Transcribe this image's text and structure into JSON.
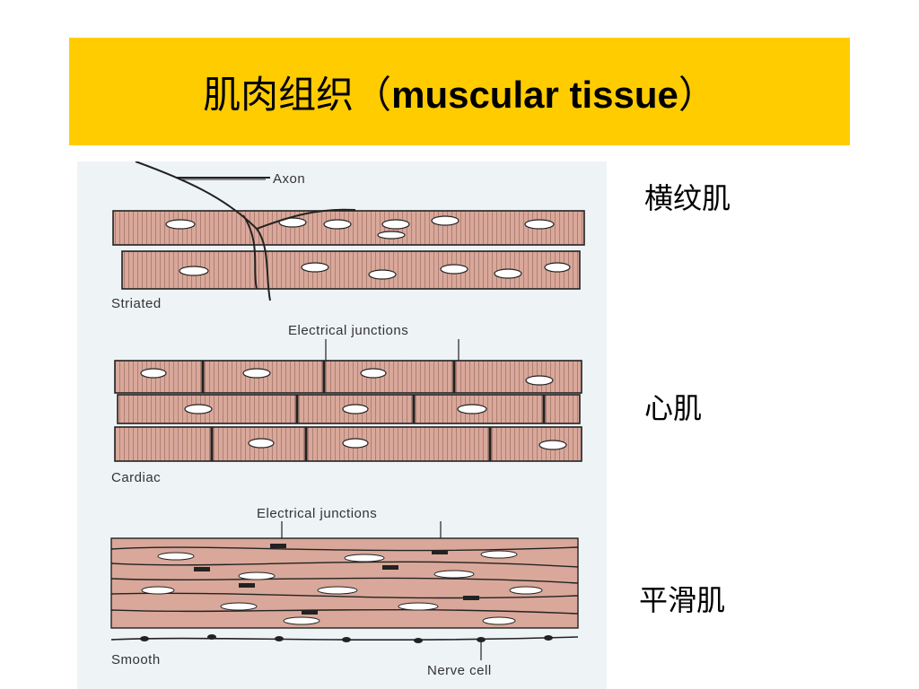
{
  "title": {
    "cn": "肌肉组织（",
    "en": "muscular  tissue",
    "close": "）"
  },
  "diagram": {
    "labels": {
      "axon": "Axon",
      "striated": "Striated",
      "electrical_junctions_1": "Electrical junctions",
      "cardiac": "Cardiac",
      "electrical_junctions_2": "Electrical junctions",
      "smooth": "Smooth",
      "nerve_cell": "Nerve cell"
    }
  },
  "side_labels": {
    "striated_cn": "横纹肌",
    "cardiac_cn": "心肌",
    "smooth_cn": "平滑肌"
  },
  "colors": {
    "title_bar": "#ffcc00",
    "muscle_fill": "#d9a89a",
    "outline": "#222222",
    "nucleus": "#ffffff",
    "diagram_bg": "#eef3f6"
  }
}
